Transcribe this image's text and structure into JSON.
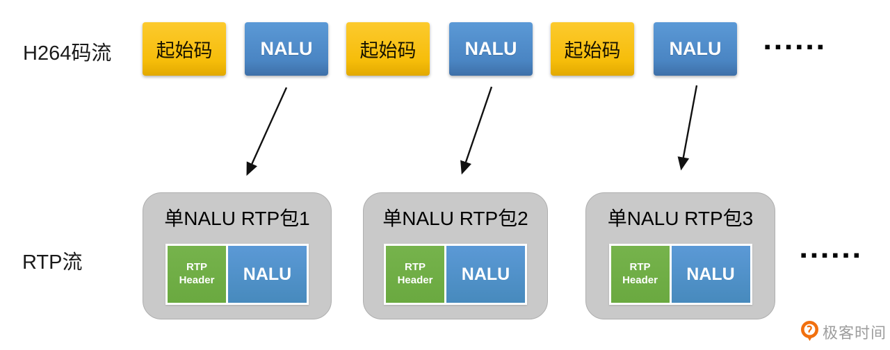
{
  "colors": {
    "start_code_yellow": "#f6bd0a",
    "nalu_blue": "#4a85c3",
    "rtp_header_green": "#6aa940",
    "packet_gray": "#c9c9c9",
    "arrow_black": "#111111",
    "logo_orange": "#f1700f",
    "logo_text_gray": "#9d9d9d"
  },
  "h264_row": {
    "label": "H264码流",
    "boxes": [
      {
        "type": "start-code",
        "label": "起始码"
      },
      {
        "type": "nalu",
        "label": "NALU"
      },
      {
        "type": "start-code",
        "label": "起始码"
      },
      {
        "type": "nalu",
        "label": "NALU"
      },
      {
        "type": "start-code",
        "label": "起始码"
      },
      {
        "type": "nalu",
        "label": "NALU"
      }
    ],
    "ellipsis": "▪▪▪▪▪▪"
  },
  "rtp_row": {
    "label": "RTP流",
    "packets": [
      {
        "title": "单NALU RTP包1",
        "header": "RTP Header",
        "payload": "NALU"
      },
      {
        "title": "单NALU RTP包2",
        "header": "RTP Header",
        "payload": "NALU"
      },
      {
        "title": "单NALU RTP包3",
        "header": "RTP Header",
        "payload": "NALU"
      }
    ],
    "ellipsis": "▪▪▪▪▪▪"
  },
  "watermark": {
    "text": "极客时间"
  }
}
